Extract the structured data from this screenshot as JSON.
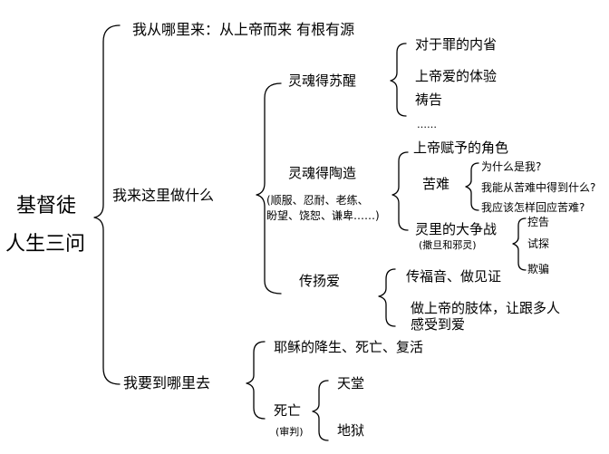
{
  "root": {
    "line1": "基督徒",
    "line2": "人生三问"
  },
  "branches": {
    "origin": {
      "label": "我从哪里来：从上帝而来 有根有源"
    },
    "purpose": {
      "label": "我来这里做什么",
      "awakening": {
        "label": "灵魂得苏醒",
        "items": [
          "对于罪的内省",
          "上帝爱的体验",
          "祷告",
          "……"
        ]
      },
      "shaping": {
        "label": "灵魂得陶造",
        "note_line1": "(顺服、忍耐、老练、",
        "note_line2": "盼望、饶恕、谦卑……)",
        "role": "上帝赋予的角色",
        "suffering": {
          "label": "苦难",
          "questions": [
            "为什么是我?",
            "我能从苦难中得到什么?",
            "我应该怎样回应苦难?"
          ]
        },
        "battle": {
          "label": "灵里的大争战",
          "sub": "(撒旦和邪灵)",
          "items": [
            "控告",
            "试探",
            "欺骗"
          ]
        }
      },
      "spreading": {
        "label": "传扬爱",
        "items": [
          "传福音、做见证",
          "做上帝的肢体，让跟多人\n感受到爱"
        ]
      }
    },
    "destination": {
      "label": "我要到哪里去",
      "jesus": "耶稣的降生、死亡、复活",
      "death": {
        "label": "死亡",
        "sub": "(审判)",
        "items": [
          "天堂",
          "地狱"
        ]
      }
    }
  }
}
